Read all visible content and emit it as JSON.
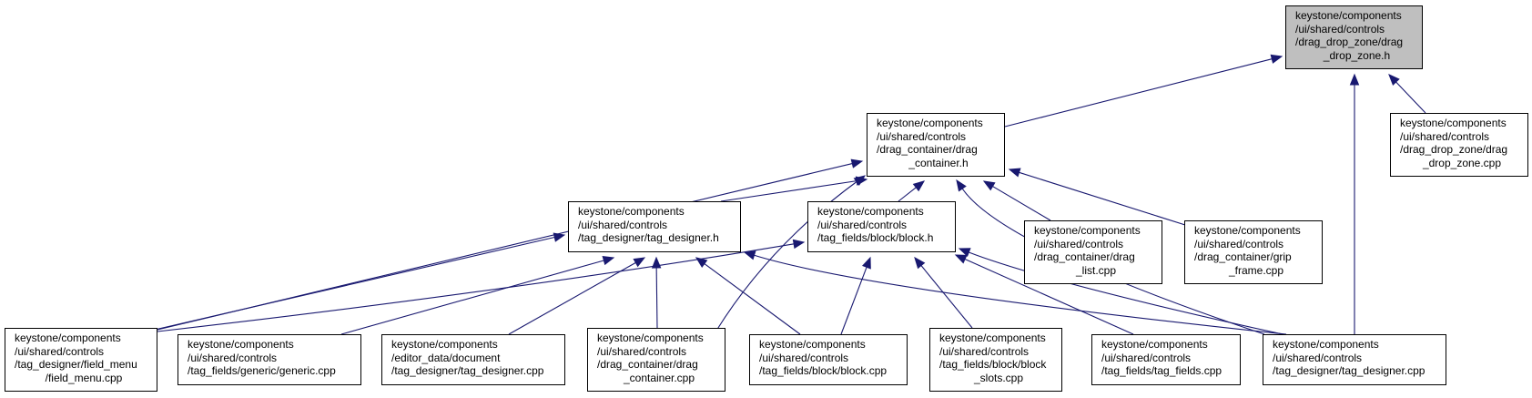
{
  "graph": {
    "nodes": [
      {
        "id": "drag_drop_zone_h",
        "root": true,
        "lines": [
          "keystone/components",
          "/ui/shared/controls",
          "/drag_drop_zone/drag",
          "_drop_zone.h"
        ]
      },
      {
        "id": "drag_container_h",
        "lines": [
          "keystone/components",
          "/ui/shared/controls",
          "/drag_container/drag",
          "_container.h"
        ]
      },
      {
        "id": "drag_drop_zone_cpp",
        "lines": [
          "keystone/components",
          "/ui/shared/controls",
          "/drag_drop_zone/drag",
          "_drop_zone.cpp"
        ]
      },
      {
        "id": "tag_designer_h",
        "lines": [
          "keystone/components",
          "/ui/shared/controls",
          "/tag_designer/tag_designer.h"
        ]
      },
      {
        "id": "block_h",
        "lines": [
          "keystone/components",
          "/ui/shared/controls",
          "/tag_fields/block/block.h"
        ]
      },
      {
        "id": "drag_list_cpp",
        "lines": [
          "keystone/components",
          "/ui/shared/controls",
          "/drag_container/drag",
          "_list.cpp"
        ]
      },
      {
        "id": "grip_frame_cpp",
        "lines": [
          "keystone/components",
          "/ui/shared/controls",
          "/drag_container/grip",
          "_frame.cpp"
        ]
      },
      {
        "id": "field_menu_cpp",
        "lines": [
          "keystone/components",
          "/ui/shared/controls",
          "/tag_designer/field_menu",
          "/field_menu.cpp"
        ]
      },
      {
        "id": "generic_cpp",
        "lines": [
          "keystone/components",
          "/ui/shared/controls",
          "/tag_fields/generic/generic.cpp"
        ]
      },
      {
        "id": "editor_tag_designer_cpp",
        "lines": [
          "keystone/components",
          "/editor_data/document",
          "/tag_designer/tag_designer.cpp"
        ]
      },
      {
        "id": "drag_container_cpp",
        "lines": [
          "keystone/components",
          "/ui/shared/controls",
          "/drag_container/drag",
          "_container.cpp"
        ]
      },
      {
        "id": "block_cpp",
        "lines": [
          "keystone/components",
          "/ui/shared/controls",
          "/tag_fields/block/block.cpp"
        ]
      },
      {
        "id": "block_slots_cpp",
        "lines": [
          "keystone/components",
          "/ui/shared/controls",
          "/tag_fields/block/block",
          "_slots.cpp"
        ]
      },
      {
        "id": "tag_fields_cpp",
        "lines": [
          "keystone/components",
          "/ui/shared/controls",
          "/tag_fields/tag_fields.cpp"
        ]
      },
      {
        "id": "ui_tag_designer_cpp",
        "lines": [
          "keystone/components",
          "/ui/shared/controls",
          "/tag_designer/tag_designer.cpp"
        ]
      }
    ],
    "edges": [
      {
        "from": "drag_container_h",
        "to": "drag_drop_zone_h"
      },
      {
        "from": "drag_drop_zone_cpp",
        "to": "drag_drop_zone_h"
      },
      {
        "from": "ui_tag_designer_cpp",
        "to": "drag_drop_zone_h"
      },
      {
        "from": "tag_designer_h",
        "to": "drag_container_h"
      },
      {
        "from": "block_h",
        "to": "drag_container_h"
      },
      {
        "from": "drag_list_cpp",
        "to": "drag_container_h"
      },
      {
        "from": "grip_frame_cpp",
        "to": "drag_container_h"
      },
      {
        "from": "field_menu_cpp",
        "to": "drag_container_h"
      },
      {
        "from": "drag_container_cpp",
        "to": "drag_container_h"
      },
      {
        "from": "ui_tag_designer_cpp",
        "to": "drag_container_h"
      },
      {
        "from": "field_menu_cpp",
        "to": "tag_designer_h"
      },
      {
        "from": "generic_cpp",
        "to": "tag_designer_h"
      },
      {
        "from": "editor_tag_designer_cpp",
        "to": "tag_designer_h"
      },
      {
        "from": "drag_container_cpp",
        "to": "tag_designer_h"
      },
      {
        "from": "block_cpp",
        "to": "tag_designer_h"
      },
      {
        "from": "ui_tag_designer_cpp",
        "to": "tag_designer_h"
      },
      {
        "from": "field_menu_cpp",
        "to": "block_h"
      },
      {
        "from": "block_cpp",
        "to": "block_h"
      },
      {
        "from": "block_slots_cpp",
        "to": "block_h"
      },
      {
        "from": "tag_fields_cpp",
        "to": "block_h"
      },
      {
        "from": "ui_tag_designer_cpp",
        "to": "block_h"
      }
    ]
  }
}
